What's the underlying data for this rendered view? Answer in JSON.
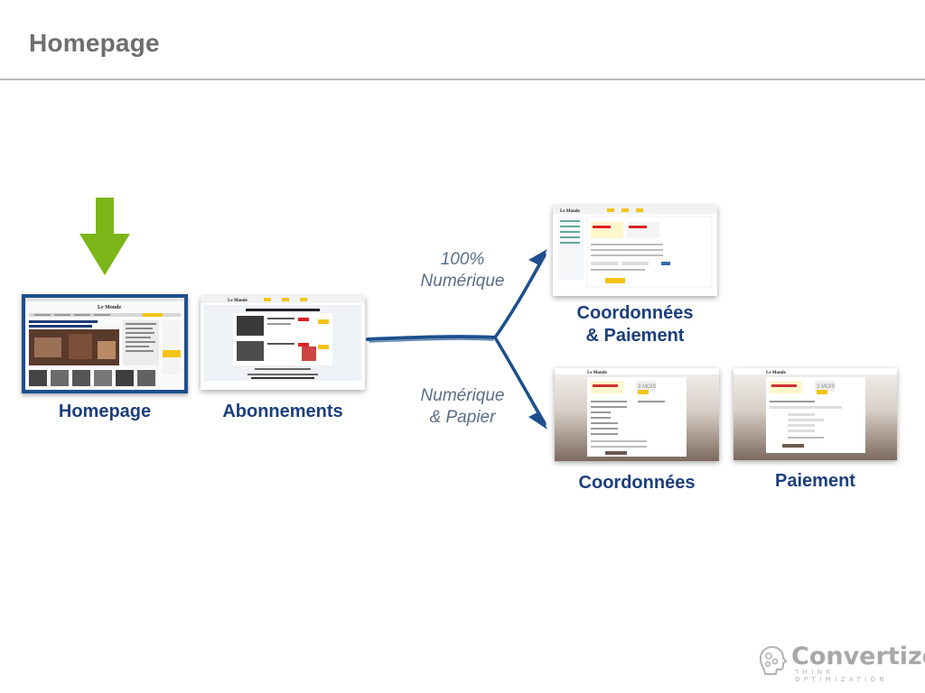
{
  "slide": {
    "title": "Homepage"
  },
  "screens": [
    {
      "id": "homepage",
      "caption": "Homepage",
      "selected": true
    },
    {
      "id": "abonnements",
      "caption": "Abonnements",
      "selected": false
    },
    {
      "id": "coordonnees-paiement",
      "caption_line1": "Coordonnées",
      "caption_line2": "& Paiement",
      "selected": false
    },
    {
      "id": "coordonnees",
      "caption": "Coordonnées",
      "selected": false
    },
    {
      "id": "paiement",
      "caption": "Paiement",
      "selected": false
    }
  ],
  "branches": [
    {
      "line1": "100%",
      "line2": "Numérique"
    },
    {
      "line1": "Numérique",
      "line2": "& Papier"
    }
  ],
  "brand": {
    "name": "Convertize",
    "tagline": "THINK OPTIMIZATION"
  },
  "colors": {
    "marker_arrow": "#7cb518",
    "flow_arrow": "#1d4f8c",
    "caption": "#1c3f7c",
    "selected_border": "#1d4f8c"
  }
}
